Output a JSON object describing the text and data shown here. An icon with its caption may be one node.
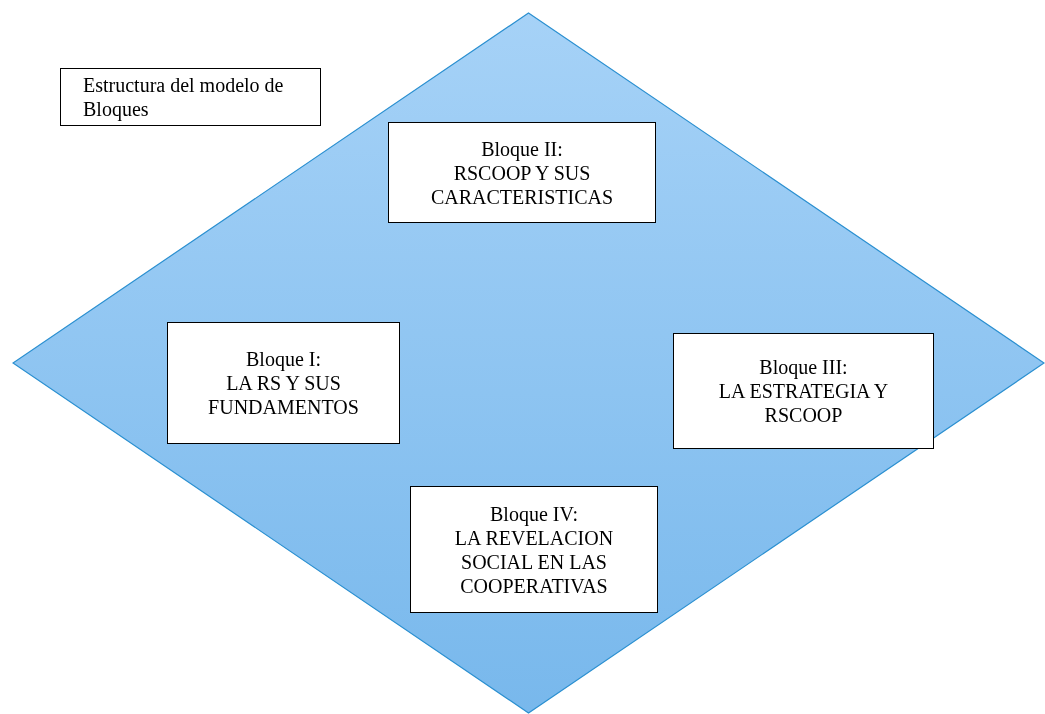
{
  "diagram": {
    "nodes": [
      {
        "text": [
          "Estructura del modelo de Bloques"
        ]
      },
      {
        "text": [],
        "shape": "diamond"
      },
      {
        "text": [
          "Bloque II:",
          "RSCOOP Y SUS CARACTERISTICAS"
        ],
        "in": 1
      },
      {
        "text": [
          "Bloque I:",
          "LA RS Y SUS FUNDAMENTOS"
        ],
        "in": 1
      },
      {
        "text": [
          "Bloque III:",
          "LA ESTRATEGIA Y RSCOOP"
        ],
        "in": 1
      },
      {
        "text": [
          "Bloque IV:",
          "LA REVELACION SOCIAL EN LAS COOPERATIVAS"
        ],
        "in": 1
      }
    ]
  }
}
